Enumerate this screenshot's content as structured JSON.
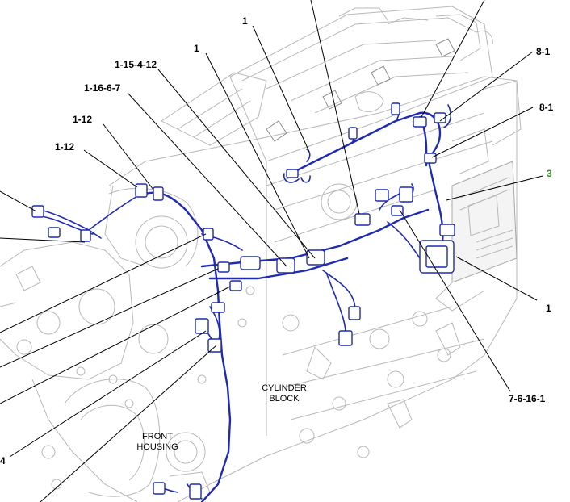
{
  "diagram": {
    "region_labels": {
      "cylinder_block": [
        "CYLINDER",
        "BLOCK"
      ],
      "front_housing": [
        "FRONT",
        "HOUSING"
      ]
    },
    "callouts": {
      "top_1a": "1",
      "top_1b": "1",
      "c_1_15_4_12": "1-15-4-12",
      "c_1_16_6_7": "1-16-6-7",
      "c_1_12_a": "1-12",
      "c_1_12_b": "1-12",
      "c_8_1_a": "8-1",
      "c_8_1_b": "8-1",
      "c_3": "3",
      "right_1": "1",
      "c_7_6_16_1": "7-6-16-1",
      "left_4": "4"
    },
    "colors": {
      "harness": "#1f2bb0",
      "engine_linework": "#b8b8b8",
      "callout_text": "#000000",
      "callout_highlight": "#3a8a2c"
    }
  }
}
